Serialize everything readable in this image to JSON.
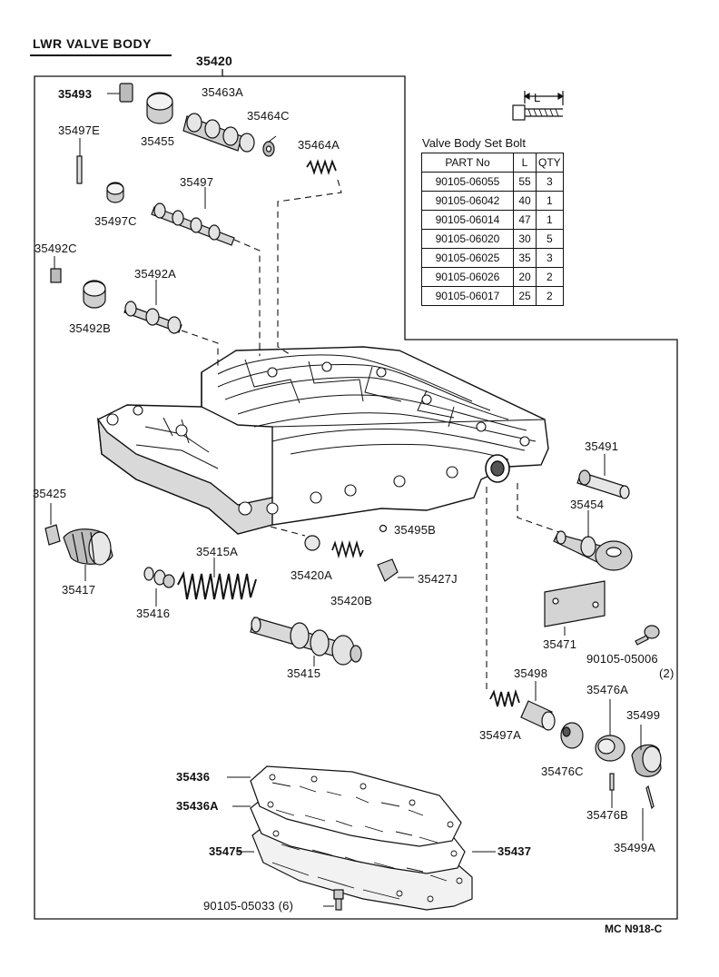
{
  "title": "LWR VALVE BODY",
  "assembly_number": "35420",
  "drawing_code": "MC N918-C",
  "bolt_table": {
    "caption": "Valve Body Set Bolt",
    "dimension_label": "L",
    "headers": [
      "PART No",
      "L",
      "QTY"
    ],
    "rows": [
      [
        "90105-06055",
        "55",
        "3"
      ],
      [
        "90105-06042",
        "40",
        "1"
      ],
      [
        "90105-06014",
        "47",
        "1"
      ],
      [
        "90105-06020",
        "30",
        "5"
      ],
      [
        "90105-06025",
        "35",
        "3"
      ],
      [
        "90105-06026",
        "20",
        "2"
      ],
      [
        "90105-06017",
        "25",
        "2"
      ]
    ]
  },
  "callouts": {
    "p35493": "35493",
    "p35463A": "35463A",
    "p35497E": "35497E",
    "p35455": "35455",
    "p35464C": "35464C",
    "p35464A": "35464A",
    "p35497": "35497",
    "p35497C": "35497C",
    "p35492C": "35492C",
    "p35492A": "35492A",
    "p35492B": "35492B",
    "p35491": "35491",
    "p35425": "35425",
    "p35454": "35454",
    "p35495B": "35495B",
    "p35415A": "35415A",
    "p35417": "35417",
    "p35420A": "35420A",
    "p35427J": "35427J",
    "p35416": "35416",
    "p35420B": "35420B",
    "p35471": "35471",
    "p90105_05006": "90105-05006",
    "p90105_05006_qty": "(2)",
    "p35415": "35415",
    "p35498": "35498",
    "p35476A": "35476A",
    "p35499": "35499",
    "p35497A": "35497A",
    "p35476C": "35476C",
    "p35476B": "35476B",
    "p35499A": "35499A",
    "p35436": "35436",
    "p35436A": "35436A",
    "p35475": "35475",
    "p35437": "35437",
    "p90105_05033": "90105-05033 (6)"
  }
}
